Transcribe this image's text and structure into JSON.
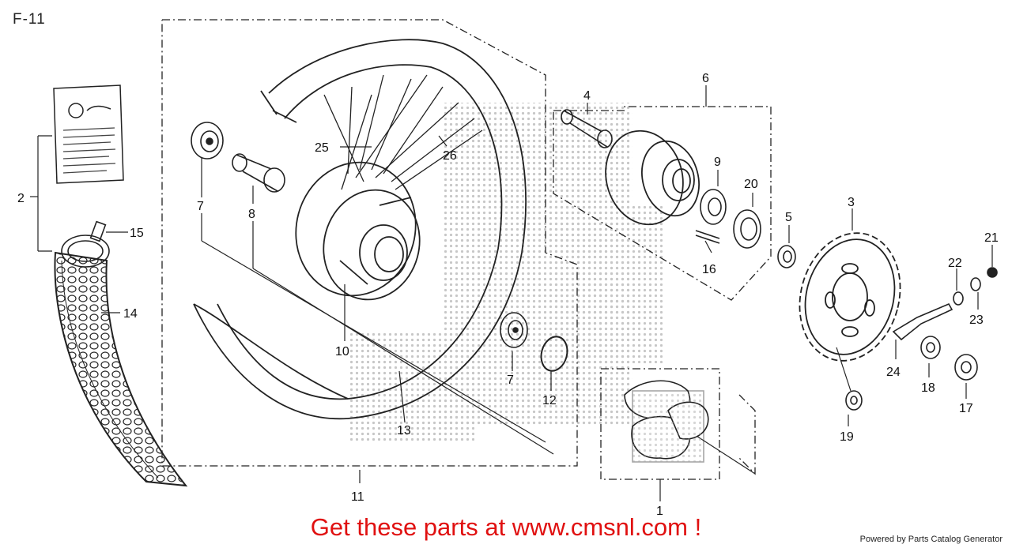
{
  "page": {
    "code": "F-11",
    "promo_text": "Get these parts at www.cmsnl.com !",
    "powered_by": "Powered by Parts Catalog Generator"
  },
  "callouts": [
    {
      "id": "1",
      "text": "1"
    },
    {
      "id": "2",
      "text": "2"
    },
    {
      "id": "3",
      "text": "3"
    },
    {
      "id": "4",
      "text": "4"
    },
    {
      "id": "5",
      "text": "5"
    },
    {
      "id": "6",
      "text": "6"
    },
    {
      "id": "7a",
      "text": "7"
    },
    {
      "id": "7b",
      "text": "7"
    },
    {
      "id": "8",
      "text": "8"
    },
    {
      "id": "9",
      "text": "9"
    },
    {
      "id": "10",
      "text": "10"
    },
    {
      "id": "11",
      "text": "11"
    },
    {
      "id": "12",
      "text": "12"
    },
    {
      "id": "13",
      "text": "13"
    },
    {
      "id": "14",
      "text": "14"
    },
    {
      "id": "15",
      "text": "15"
    },
    {
      "id": "16",
      "text": "16"
    },
    {
      "id": "17",
      "text": "17"
    },
    {
      "id": "18",
      "text": "18"
    },
    {
      "id": "19",
      "text": "19"
    },
    {
      "id": "20",
      "text": "20"
    },
    {
      "id": "21",
      "text": "21"
    },
    {
      "id": "22",
      "text": "22"
    },
    {
      "id": "23",
      "text": "23"
    },
    {
      "id": "24",
      "text": "24"
    },
    {
      "id": "25",
      "text": "25"
    },
    {
      "id": "26",
      "text": "26"
    }
  ]
}
